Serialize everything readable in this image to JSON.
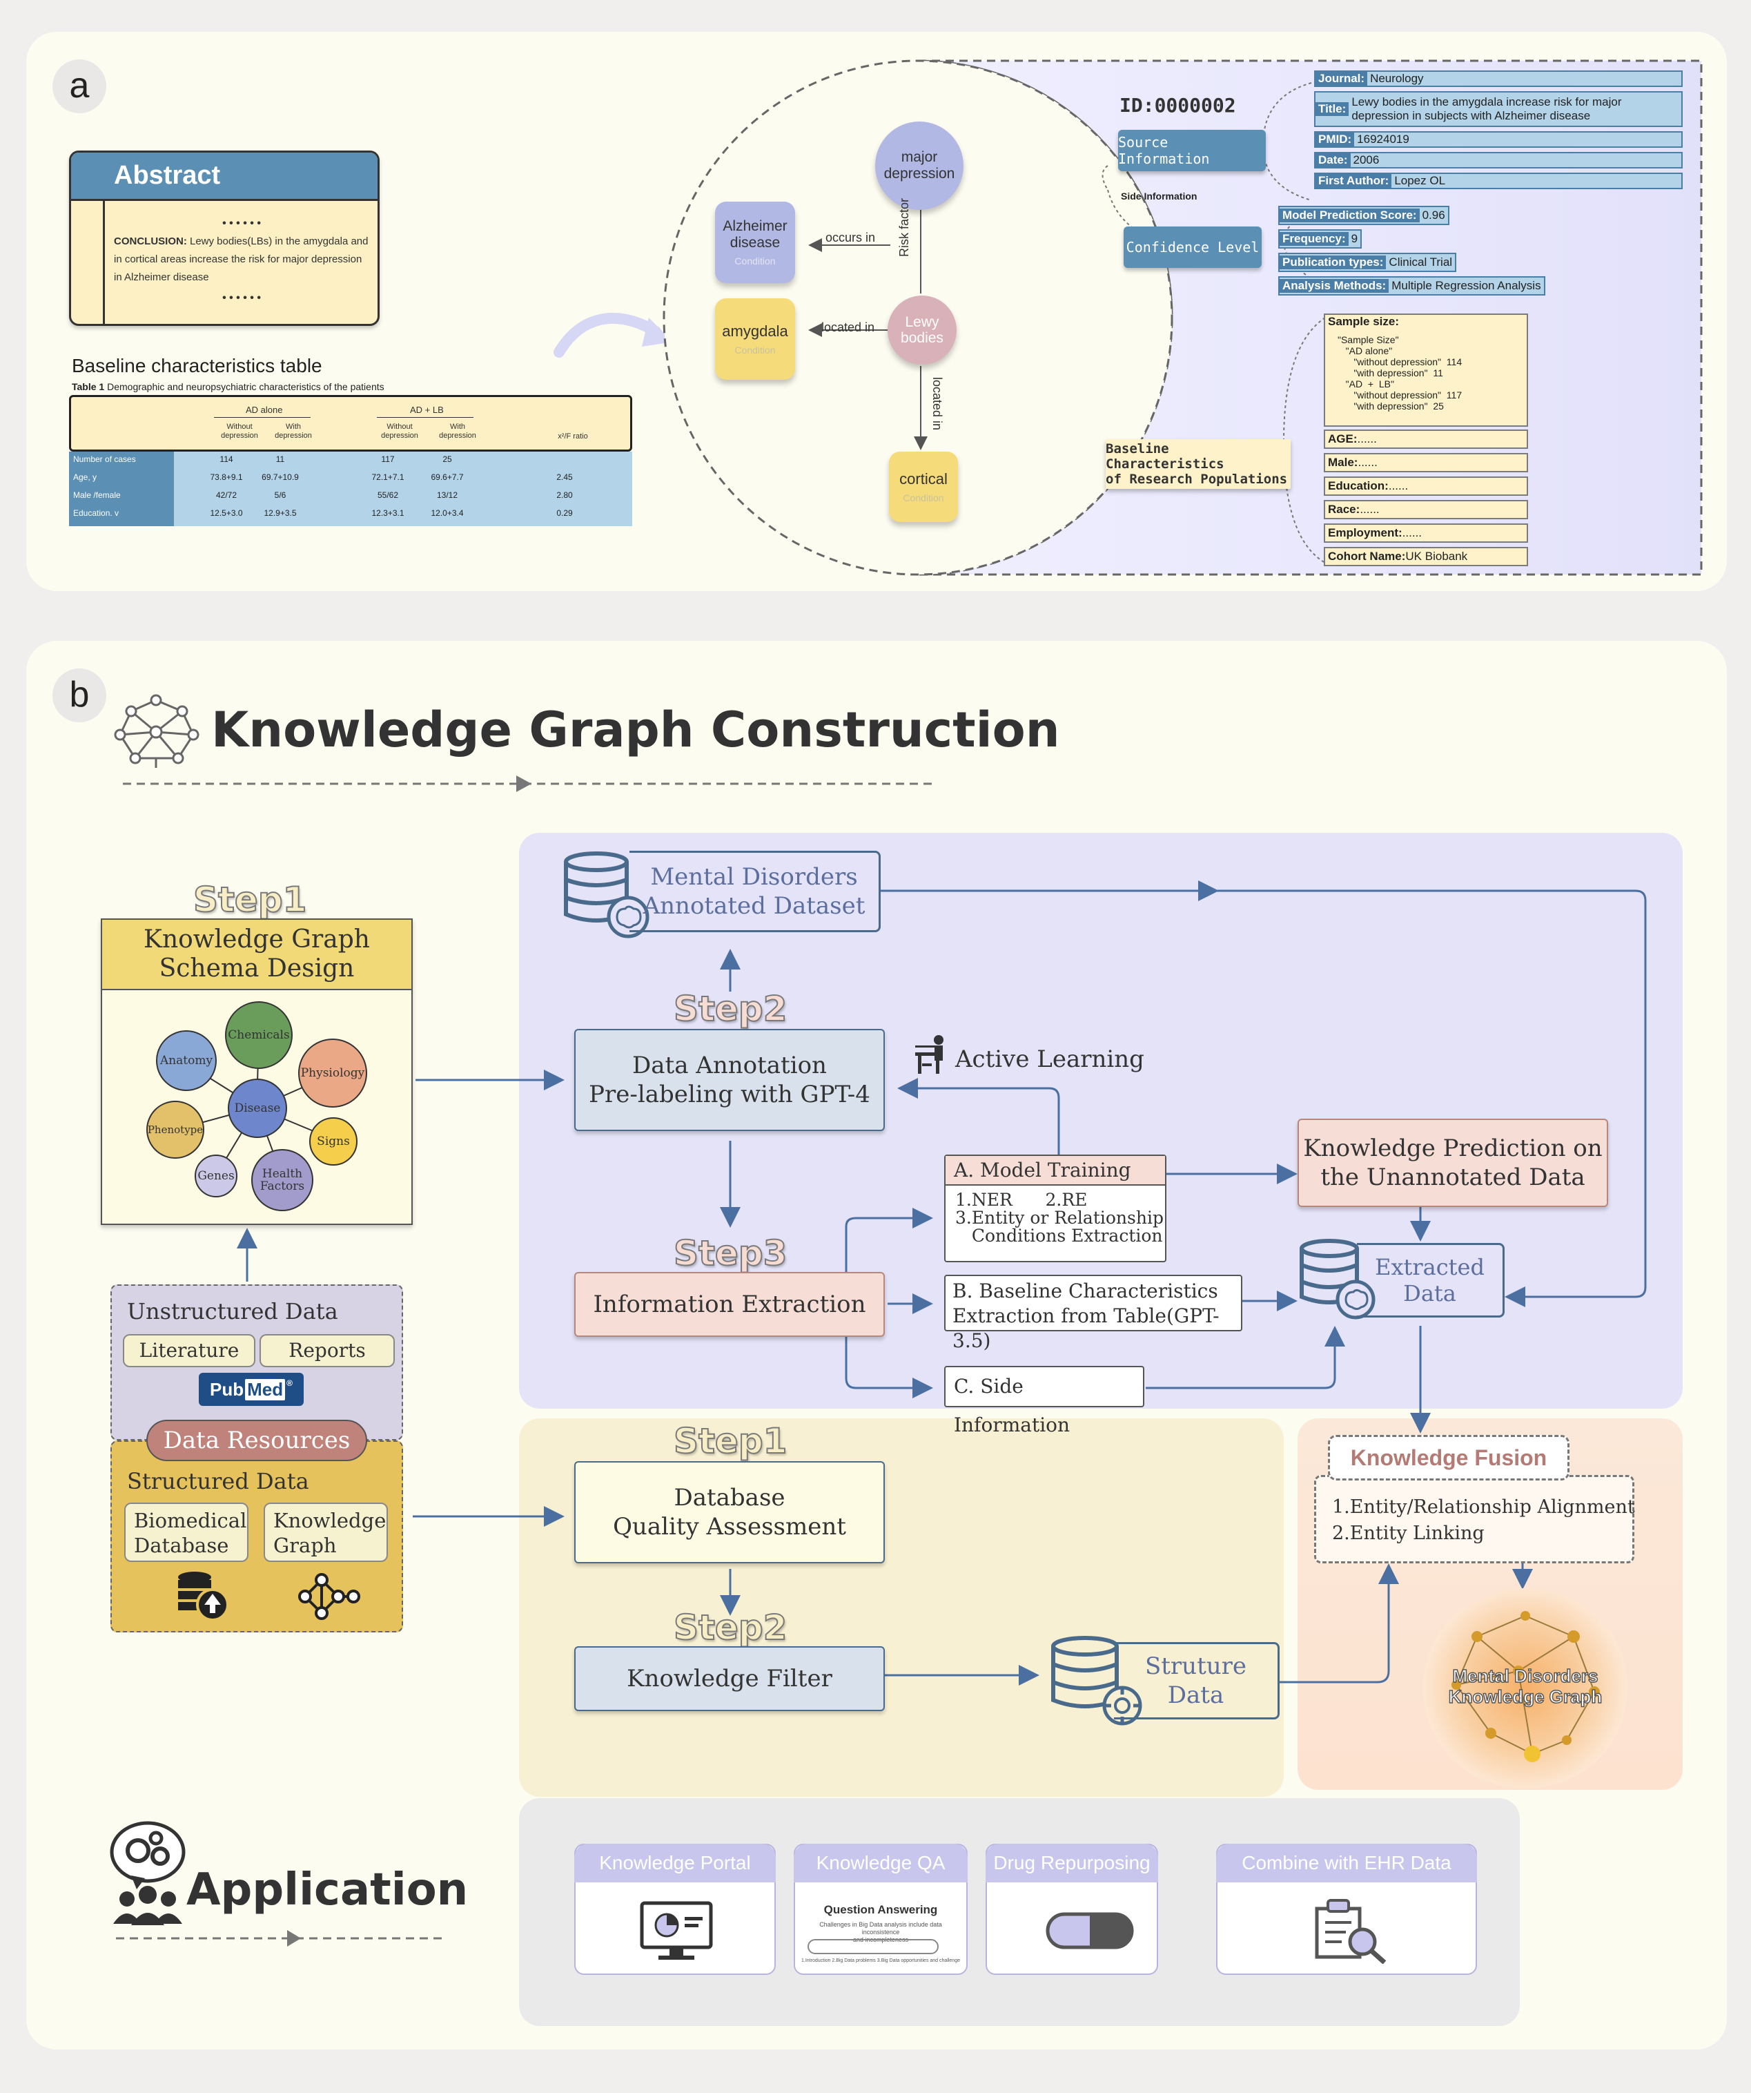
{
  "panel_a": {
    "letter": "a",
    "abstract": {
      "title": "Abstract",
      "dots_top": "• • • • • •",
      "conclusion_label": "CONCLUSION:",
      "conclusion_text": " Lewy bodies(LBs) in the amygdala and in cortical areas increase the risk for major depression in Alzheimer disease",
      "dots_bottom": "• • • • • •"
    },
    "table": {
      "heading": "Baseline characteristics table",
      "caption_label": "Table 1",
      "caption_text": " Demographic and neuropsychiatric characteristics of the patients",
      "group_headers": [
        "AD alone",
        "AD + LB"
      ],
      "sub_headers": [
        "Without\ndepression",
        "With\ndepression",
        "Without\ndepression",
        "With\ndepression",
        "x²/F ratio"
      ],
      "rows": [
        {
          "label": "Number of cases",
          "values": [
            "114",
            "11",
            "117",
            "25",
            ""
          ]
        },
        {
          "label": "Age, y",
          "values": [
            "73.8+9.1",
            "69.7+10.9",
            "72.1+7.1",
            "69.6+7.7",
            "2.45"
          ]
        },
        {
          "label": "Male /female",
          "values": [
            "42/72",
            "5/6",
            "55/62",
            "13/12",
            "2.80"
          ]
        },
        {
          "label": "Education. v",
          "values": [
            "12.5+3.0",
            "12.9+3.5",
            "12.3+3.1",
            "12.0+3.4",
            "0.29"
          ]
        }
      ]
    },
    "graph": {
      "nodes": {
        "major_depression": "major\ndepression",
        "alzheimer": "Alzheimer\ndisease",
        "alzheimer_type": "Condition",
        "amygdala": "amygdala",
        "amygdala_type": "Condition",
        "lewy": "Lewy\nbodies",
        "cortical": "cortical",
        "cortical_type": "Condition"
      },
      "relations": {
        "occurs_in": "occurs in",
        "located_in_left": "located in",
        "risk_factor": "Risk factor",
        "located_in_down": "located in"
      }
    },
    "record": {
      "id": "ID:0000002",
      "source_btn": "Source Information",
      "side_info": "Side Information",
      "confidence_btn": "Confidence Level",
      "baseline_btn": "Baseline Characteristics\nof Research Populations",
      "source_fields": [
        {
          "k": "Journal:",
          "v": "Neurology"
        },
        {
          "k": "Title:",
          "v": "Lewy bodies in the amygdala increase risk for major\ndepression in subjects with Alzheimer disease"
        },
        {
          "k": "PMID:",
          "v": "16924019"
        },
        {
          "k": "Date:",
          "v": "2006"
        },
        {
          "k": "First Author:",
          "v": "Lopez OL"
        }
      ],
      "confidence_fields": [
        {
          "k": "Model Prediction Score:",
          "v": "0.96"
        },
        {
          "k": "Frequency:",
          "v": "9"
        },
        {
          "k": "Publication types:",
          "v": "Clinical Trial"
        },
        {
          "k": "Analysis Methods:",
          "v": "Multiple Regression Analysis"
        }
      ],
      "sample_size_label": "Sample size:",
      "sample_size_text": "\"Sample Size\"\n   \"AD alone\"\n      \"without depression\"  114\n      \"with depression\"  11\n   \"AD  +  LB\"\n      \"without depression\"  117\n      \"with depression\"  25",
      "baseline_fields": [
        {
          "k": "AGE:",
          "v": "......"
        },
        {
          "k": "Male:",
          "v": "......"
        },
        {
          "k": "Education:",
          "v": "......"
        },
        {
          "k": "Race:",
          "v": "......"
        },
        {
          "k": "Employment:",
          "v": "......"
        },
        {
          "k": "Cohort Name:",
          "v": "UK Biobank"
        }
      ]
    }
  },
  "panel_b": {
    "letter": "b",
    "title": "Knowledge Graph Construction",
    "step1_label": "Step1",
    "schema_title": "Knowledge Graph\nSchema Design",
    "schema_nodes": {
      "chemicals": "Chemicals",
      "anatomy": "Anatomy",
      "physiology": "Physiology",
      "disease": "Disease",
      "phenotype": "Phenotype",
      "signs": "Signs",
      "genes": "Genes",
      "health": "Health\nFactors"
    },
    "unstructured": {
      "title": "Unstructured Data",
      "literature": "Literature",
      "reports": "Reports",
      "pubmed_a": "Pub",
      "pubmed_b": "Med",
      "pubmed_reg": "®"
    },
    "data_resources": "Data Resources",
    "structured": {
      "title": "Structured Data",
      "biomedical": "Biomedical\nDatabase",
      "kg": "Knowledge\nGraph"
    },
    "dataset": "Mental Disorders\nAnnotated Dataset",
    "step2_label": "Step2",
    "annotation": "Data Annotation\nPre-labeling with GPT-4",
    "active_learning": "Active Learning",
    "step3_label": "Step3",
    "info_extraction": "Information Extraction",
    "model_training": "A. Model Training",
    "model_training_items": "1.NER      2.RE\n3.Entity or Relationship\n   Conditions Extraction",
    "baseline_extraction": "B. Baseline Characteristics\nExtraction from Table(GPT-3.5)",
    "side_information": "C. Side Information",
    "knowledge_prediction": "Knowledge Prediction on\nthe Unannotated Data",
    "extracted": "Extracted\nData",
    "lower_step1_label": "Step1",
    "db_quality": "Database\nQuality Assessment",
    "lower_step2_label": "Step2",
    "knowledge_filter": "Knowledge Filter",
    "structure_data": "Struture\nData",
    "knowledge_fusion": "Knowledge Fusion",
    "fusion_items": "1.Entity/Relationship Alignment\n2.Entity Linking",
    "kg_result": "Mental Disorders\nKnowledge Graph",
    "application": "Application",
    "apps": [
      "Knowledge Portal",
      "Knowledge QA",
      "Drug Repurposing",
      "Combine with EHR Data"
    ],
    "qa_card": {
      "title": "Question Answering",
      "text": "Challenges in Big Data analysis include data inconsistence\nand incompleteness",
      "footer": "1.Introduction  2.Big Data problems  3.Big Data opportunities and challenge"
    }
  },
  "colors": {
    "panel_bg": "#fdfcf1",
    "info_blue": "#b3d3e9",
    "dark_blue": "#4b7ea6",
    "purple_zone": "#e4e3f7",
    "yellow_zone": "#f8f0d2",
    "orange_zone": "#fbe8d8",
    "app_tab": "#c8c6ec"
  }
}
